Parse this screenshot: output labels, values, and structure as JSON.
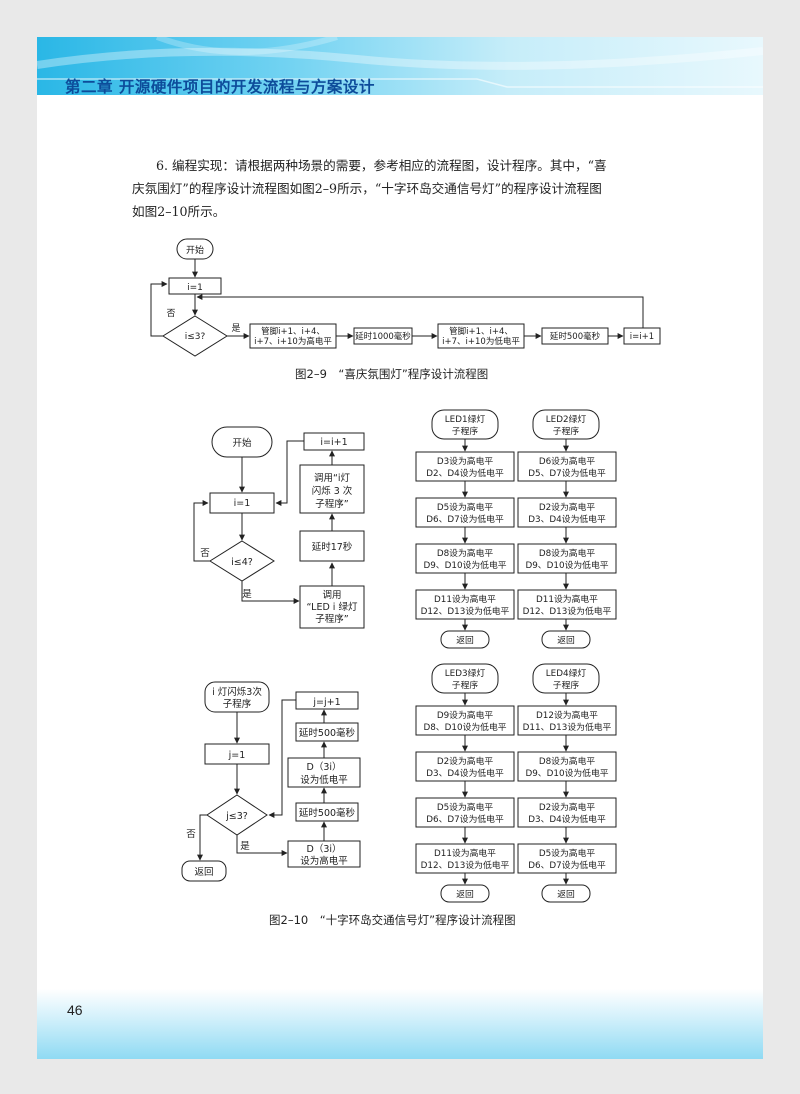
{
  "header": {
    "chapter_title": "第二章 开源硬件项目的开发流程与方案设计"
  },
  "body_text": {
    "line1": "6. 编程实现：请根据两种场景的需要，参考相应的流程图，设计程序。其中，“喜",
    "line2": "庆氛围灯”的程序设计流程图如图2–9所示，“十字环岛交通信号灯”的程序设计流程图",
    "line3": "如图2–10所示。"
  },
  "fig9": {
    "start": "开始",
    "init": "i=1",
    "cond": "i≤3?",
    "yes": "是",
    "no": "否",
    "step1_a": "管脚i+1、i+4、",
    "step1_b": "i+7、i+10为高电平",
    "delay1": "延时1000毫秒",
    "step2_a": "管脚i+1、i+4、",
    "step2_b": "i+7、i+10为低电平",
    "delay2": "延时500毫秒",
    "inc": "i=i+1",
    "caption": "图2–9　“喜庆氛围灯”程序设计流程图"
  },
  "fig10_main": {
    "start": "开始",
    "init": "i=1",
    "cond": "i≤4?",
    "yes": "是",
    "no": "否",
    "call_a": "调用",
    "call_b": "“LED i 绿灯",
    "call_c": "子程序”",
    "delay": "延时17秒",
    "flash_a": "调用“i灯",
    "flash_b": "闪烁 3 次",
    "flash_c": "子程序”",
    "inc": "i=i+1"
  },
  "fig10_flash": {
    "title_a": "i 灯闪烁3次",
    "title_b": "子程序",
    "init": "j=1",
    "cond": "j≤3?",
    "yes": "是",
    "no": "否",
    "high_a": "D（3i）",
    "high_b": "设为高电平",
    "delay1": "延时500毫秒",
    "low_a": "D（3i）",
    "low_b": "设为低电平",
    "delay2": "延时500毫秒",
    "inc": "j=j+1",
    "ret": "返回"
  },
  "subroutines": [
    {
      "title_a": "LED1绿灯",
      "title_b": "子程序",
      "steps": [
        [
          "D3设为高电平",
          "D2、D4设为低电平"
        ],
        [
          "D5设为高电平",
          "D6、D7设为低电平"
        ],
        [
          "D8设为高电平",
          "D9、D10设为低电平"
        ],
        [
          "D11设为高电平",
          "D12、D13设为低电平"
        ]
      ],
      "ret": "返回"
    },
    {
      "title_a": "LED2绿灯",
      "title_b": "子程序",
      "steps": [
        [
          "D6设为高电平",
          "D5、D7设为低电平"
        ],
        [
          "D2设为高电平",
          "D3、D4设为低电平"
        ],
        [
          "D8设为高电平",
          "D9、D10设为低电平"
        ],
        [
          "D11设为高电平",
          "D12、D13设为低电平"
        ]
      ],
      "ret": "返回"
    },
    {
      "title_a": "LED3绿灯",
      "title_b": "子程序",
      "steps": [
        [
          "D9设为高电平",
          "D8、D10设为低电平"
        ],
        [
          "D2设为高电平",
          "D3、D4设为低电平"
        ],
        [
          "D5设为高电平",
          "D6、D7设为低电平"
        ],
        [
          "D11设为高电平",
          "D12、D13设为低电平"
        ]
      ],
      "ret": "返回"
    },
    {
      "title_a": "LED4绿灯",
      "title_b": "子程序",
      "steps": [
        [
          "D12设为高电平",
          "D11、D13设为低电平"
        ],
        [
          "D8设为高电平",
          "D9、D10设为低电平"
        ],
        [
          "D2设为高电平",
          "D3、D4设为低电平"
        ],
        [
          "D5设为高电平",
          "D6、D7设为低电平"
        ]
      ],
      "ret": "返回"
    }
  ],
  "fig10_caption": "图2–10　“十字环岛交通信号灯”程序设计流程图",
  "footer": {
    "page_number": "46"
  },
  "colors": {
    "header_blue": "#2ab7e6",
    "title_blue": "#0d4c9a"
  }
}
